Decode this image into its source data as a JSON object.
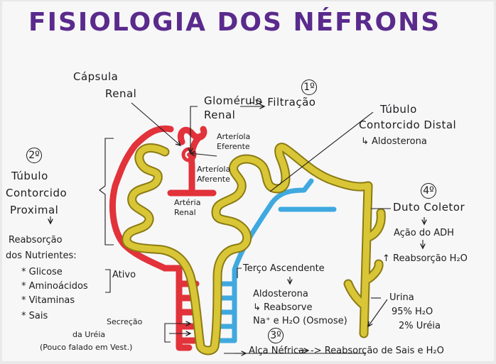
{
  "title": "FISIOLOGIA DOS NÉFRONS",
  "labels": {
    "capsula_line1": "Cápsula",
    "capsula_line2": "Renal",
    "glomerulo_line1": "Glomérulo",
    "glomerulo_line2": "Renal",
    "filtracao": "-> Filtração",
    "num1": "1º",
    "arteriola_eferente_line1": "Arteríola",
    "arteriola_eferente_line2": "Eferente",
    "arteriola_aferente_line1": "Arteríola",
    "arteriola_aferente_line2": "Aferente",
    "arteria_renal_line1": "Artéria",
    "arteria_renal_line2": "Renal",
    "tubulo_distal_line1": "Túbulo",
    "tubulo_distal_line2": "Contorcido Distal",
    "tubulo_distal_line3": "↳ Aldosterona",
    "num2": "2º",
    "tubulo_proximal_line1": "Túbulo",
    "tubulo_proximal_line2": "Contorcido",
    "tubulo_proximal_line3": "Proximal",
    "reabsorcao_arrow": "↓",
    "reabsorcao_line1": "Reabsorção",
    "reabsorcao_line2": "dos Nutrientes:",
    "glicose": "* Glicose",
    "aminoacidos": "* Aminoácidos",
    "vitaminas": "* Vitaminas",
    "sais": "* Sais",
    "ativo": "Ativo",
    "num4": "4º",
    "duto_coletor": "Duto Coletor",
    "down_arrow_1": "↓",
    "acao_adh": "Ação do ADH",
    "down_arrow_2": "↓",
    "reabsorcao_h2o": "↑ Reabsorção H₂O",
    "terco_ascendente": "Terço Ascendente",
    "down_arrow_3": "↓",
    "aldosterona": "Aldosterona",
    "reabsorve": "↳ Reabsorve",
    "na_h2o": "Na⁺ e H₂O (Osmose)",
    "urina": "Urina",
    "urina_agua": "95% H₂O",
    "urina_ureia": "2% Uréia",
    "secrecao_line1": "Secreção",
    "secrecao_line2": "da Uréia",
    "pouco_falado": "(Pouco falado em Vest.)",
    "num3": "3º",
    "alca_nefrica": "Alça Néfrica",
    "reabsorcao_sais": "-> Reabsorção de Sais e H₂O"
  },
  "colors": {
    "title": "#5a2a8c",
    "blood_red": "#e2323a",
    "tubule_yellow": "#d9c636",
    "tubule_outline": "#8b7a13",
    "vein_blue": "#3fa9df",
    "ink": "#1d1d1f"
  },
  "icons": [
    "arrow-right-icon",
    "arrow-down-icon",
    "bracket-icon"
  ]
}
